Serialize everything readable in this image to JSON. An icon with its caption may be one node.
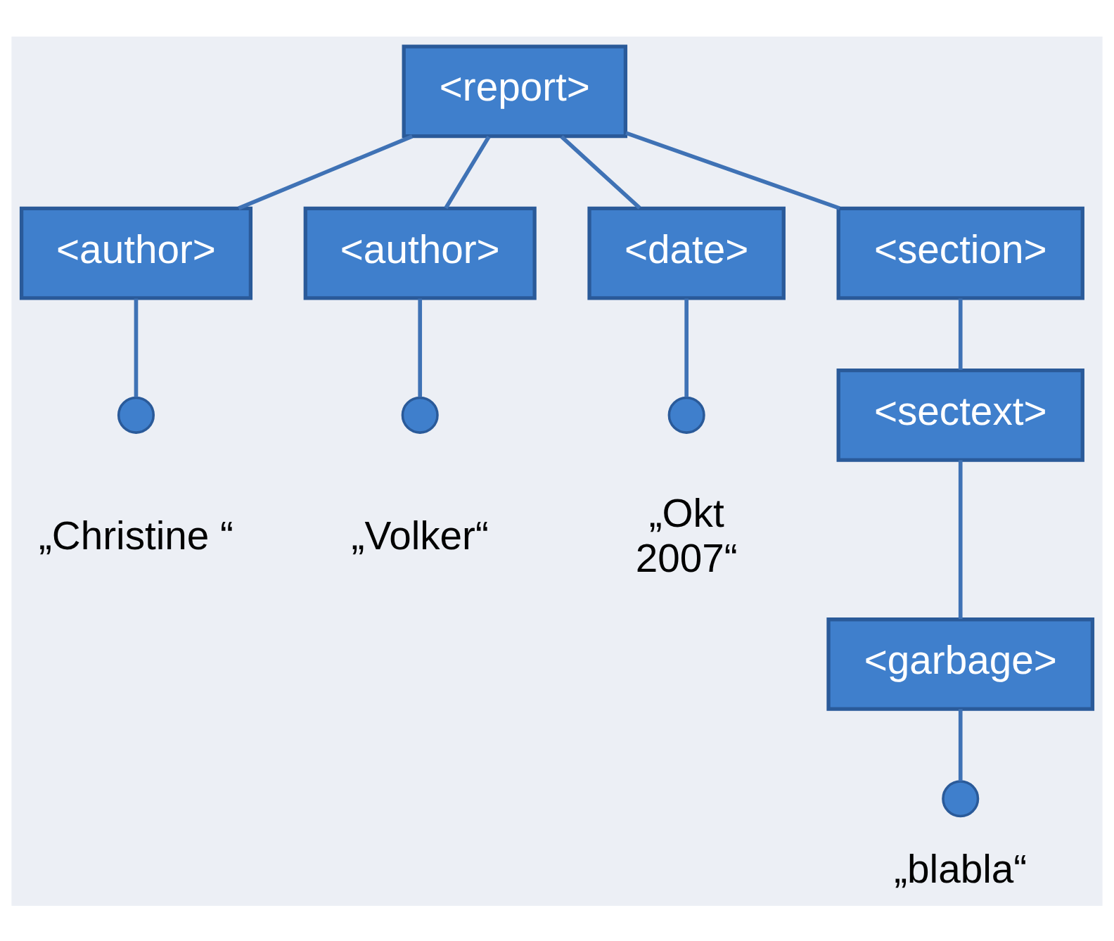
{
  "diagram": {
    "nodes": [
      {
        "text": [
          "<report>"
        ]
      },
      {
        "text": [
          "<author>"
        ]
      },
      {
        "text": [
          "<author>"
        ]
      },
      {
        "text": [
          "<date>"
        ]
      },
      {
        "text": [
          "<section>"
        ]
      },
      {
        "text": [],
        "shape": "circle",
        "beside": [
          "„Christine “"
        ]
      },
      {
        "text": [],
        "shape": "circle",
        "beside": [
          "„Volker“"
        ]
      },
      {
        "text": [],
        "shape": "circle",
        "beside": [
          "„Okt 2007“"
        ]
      },
      {
        "text": [
          "<sectext>"
        ]
      },
      {
        "text": [
          "<garbage>"
        ]
      },
      {
        "text": [],
        "shape": "circle",
        "beside": [
          "„blabla“"
        ]
      }
    ],
    "edges": [
      {
        "from": 0,
        "to": 1,
        "arrow": "none"
      },
      {
        "from": 0,
        "to": 2,
        "arrow": "none"
      },
      {
        "from": 0,
        "to": 3,
        "arrow": "none"
      },
      {
        "from": 0,
        "to": 4,
        "arrow": "none"
      },
      {
        "from": 1,
        "to": 5,
        "arrow": "none"
      },
      {
        "from": 2,
        "to": 6,
        "arrow": "none"
      },
      {
        "from": 3,
        "to": 7,
        "arrow": "none"
      },
      {
        "from": 4,
        "to": 8,
        "arrow": "none"
      },
      {
        "from": 8,
        "to": 9,
        "arrow": "none"
      },
      {
        "from": 9,
        "to": 10,
        "arrow": "none"
      }
    ]
  }
}
